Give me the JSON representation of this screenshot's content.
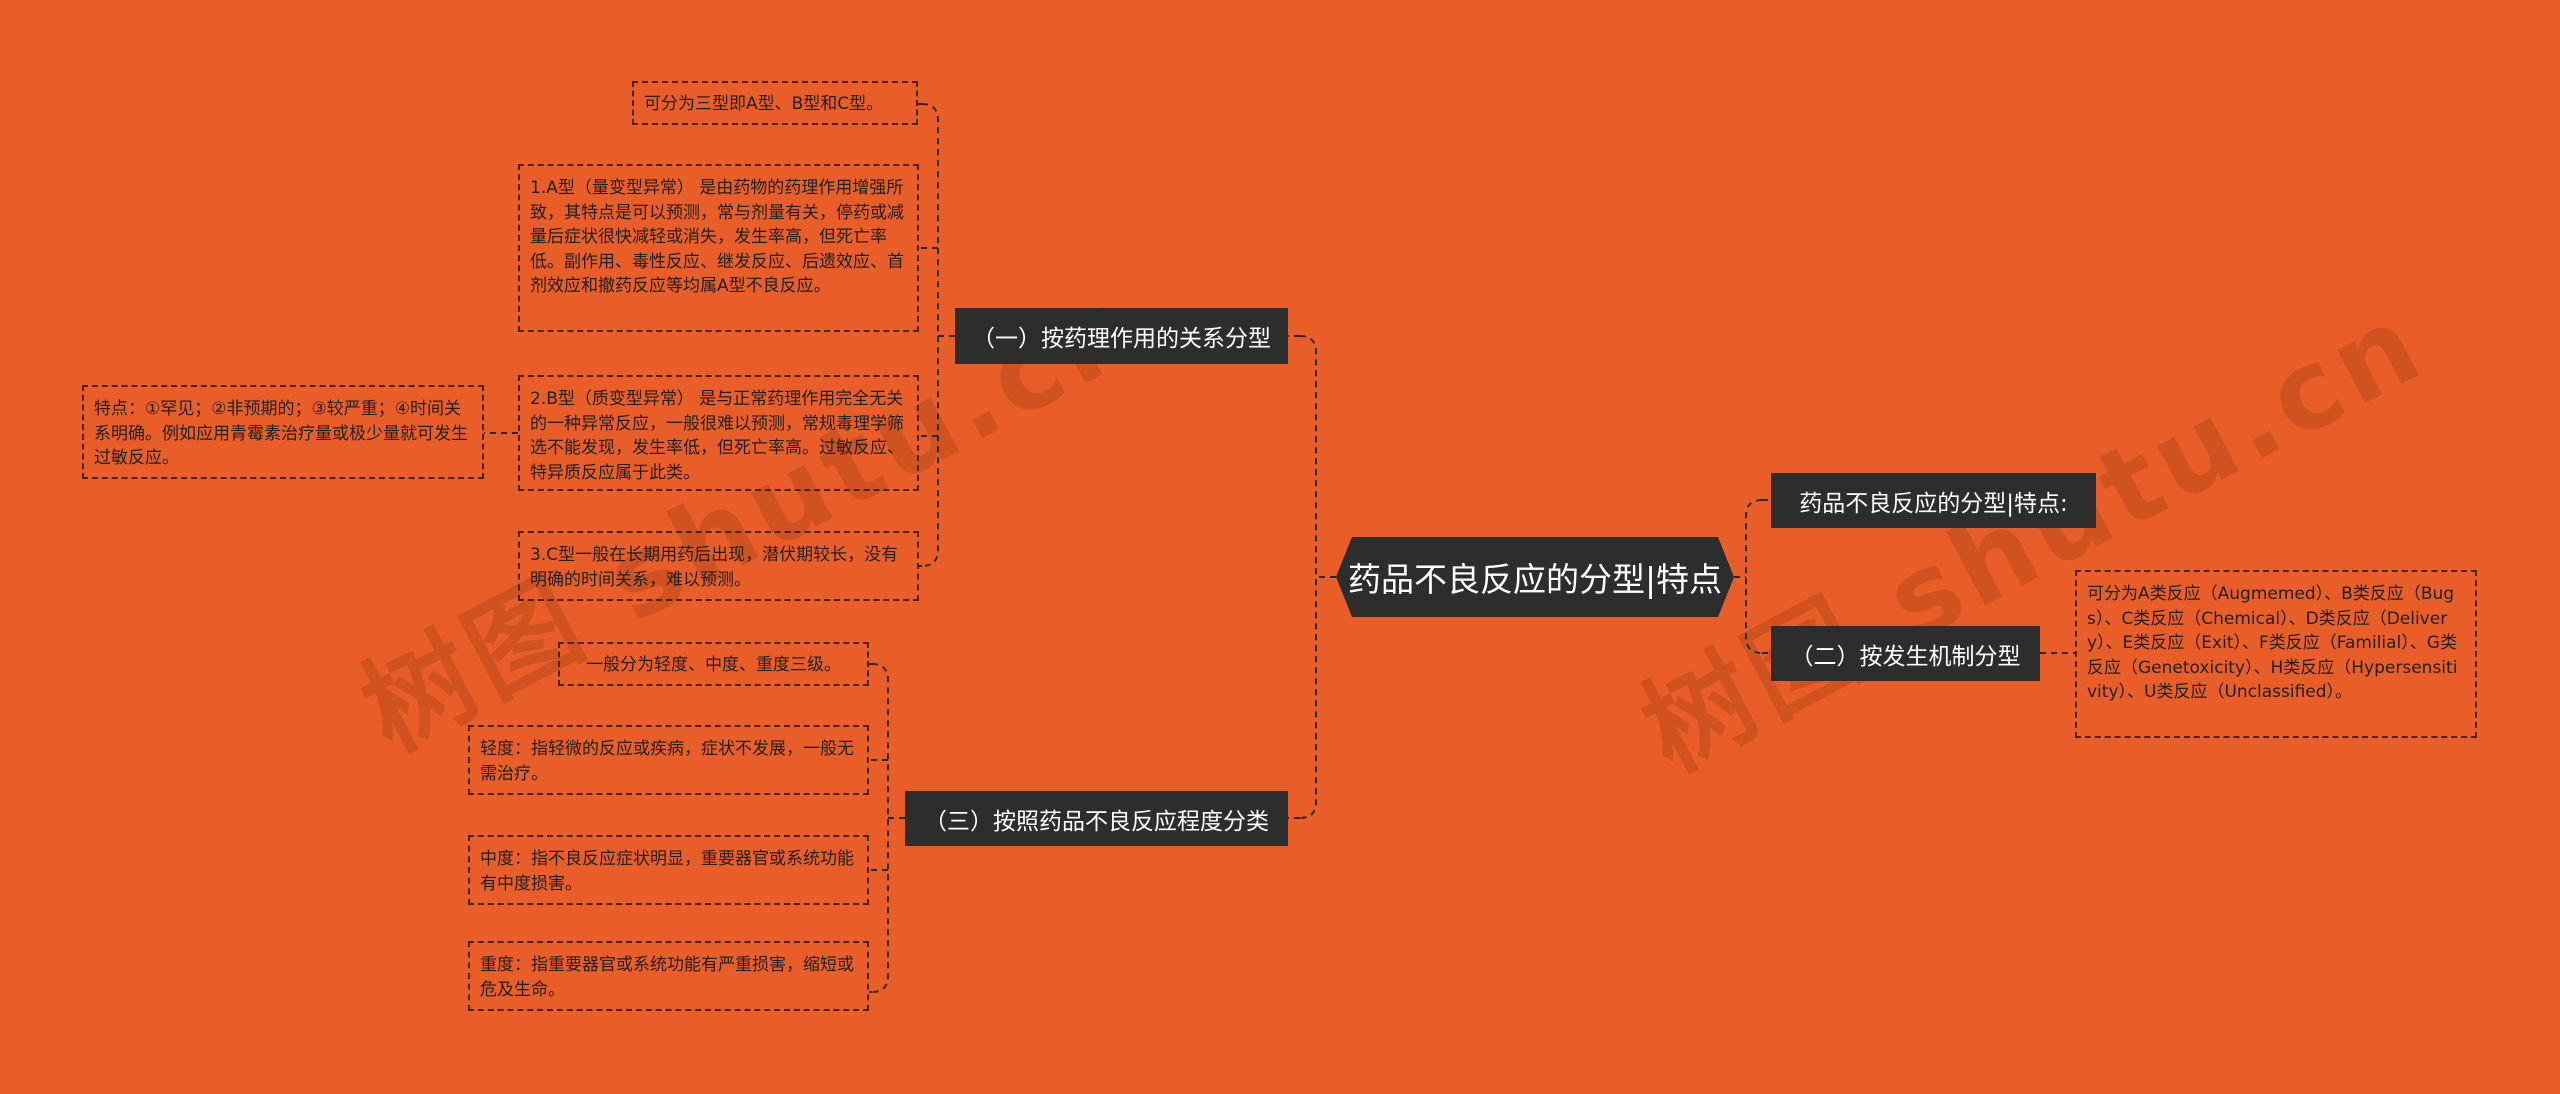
{
  "root": {
    "label": "药品不良反应的分型|特点"
  },
  "branches": {
    "b1": {
      "label": "（一）按药理作用的关系分型"
    },
    "b2": {
      "label": "（三）按照药品不良反应程度分类"
    },
    "b3": {
      "label": "药品不良反应的分型|特点:"
    },
    "b4": {
      "label": "（二）按发生机制分型"
    }
  },
  "leaves": {
    "b1_intro": "可分为三型即A型、B型和C型。",
    "b1_a": "1.A型（量变型异常） 是由药物的药理作用增强所致，其特点是可以预测，常与剂量有关，停药或减量后症状很快减轻或消失，发生率高，但死亡率低。副作用、毒性反应、继发反应、后遗效应、首剂效应和撤药反应等均属A型不良反应。",
    "b1_b": "2.B型（质变型异常） 是与正常药理作用完全无关的一种异常反应，一般很难以预测，常规毒理学筛选不能发现，发生率低，但死亡率高。过敏反应、特异质反应属于此类。",
    "b1_b_detail": "特点：①罕见；②非预期的；③较严重；④时间关系明确。例如应用青霉素治疗量或极少量就可发生过敏反应。",
    "b1_c": "3.C型一般在长期用药后出现，潜伏期较长，没有明确的时间关系，难以预测。",
    "b2_intro": "一般分为轻度、中度、重度三级。",
    "b2_mild": "轻度：指轻微的反应或疾病，症状不发展，一般无需治疗。",
    "b2_moderate": "中度：指不良反应症状明显，重要器官或系统功能有中度损害。",
    "b2_severe": "重度：指重要器官或系统功能有严重损害，缩短或危及生命。",
    "b4_detail": "可分为A类反应（Augmemed）、B类反应（Bugs）、C类反应（Chemical）、D类反应（Delivery）、E类反应（Exit）、F类反应（Familial）、G类反应（Genetoxicity）、H类反应（Hypersensitivity）、U类反应（Unclassified）。"
  },
  "watermark": {
    "left": "树图 shutu.cn",
    "right": "树图 shutu.cn"
  },
  "colors": {
    "background": "#e95e28",
    "node": "#2d2d2d",
    "node_text": "#ffffff",
    "leaf_border": "#4a2412",
    "leaf_text": "#1f1f1f"
  }
}
